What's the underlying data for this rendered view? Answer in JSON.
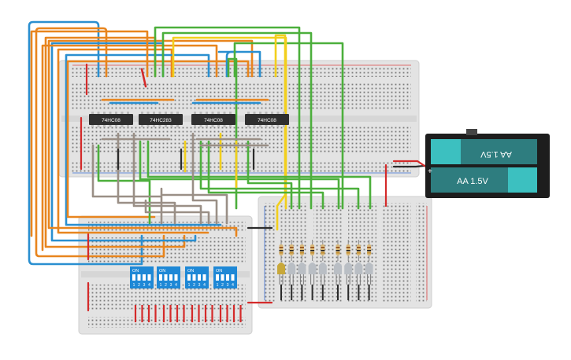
{
  "chips": [
    {
      "label": "74HC08"
    },
    {
      "label": "74HC283"
    },
    {
      "label": "74HC08"
    },
    {
      "label": "74HC08"
    }
  ],
  "dip_switches": [
    {
      "on_label": "ON",
      "numbers": [
        "1",
        "2",
        "3",
        "4"
      ]
    },
    {
      "on_label": "ON",
      "numbers": [
        "1",
        "2",
        "3",
        "4"
      ]
    },
    {
      "on_label": "ON",
      "numbers": [
        "1",
        "2",
        "3",
        "4"
      ]
    },
    {
      "on_label": "ON",
      "numbers": [
        "1",
        "2",
        "3",
        "4"
      ]
    }
  ],
  "battery": {
    "cell_top_label": "AA 1.5V",
    "cell_bottom_label": "AA 1.5V",
    "plus_mark": "+"
  },
  "leds": {
    "lit_count": 1,
    "total": 9,
    "lit_color": "#c8a83a",
    "off_color": "#b9bec4"
  },
  "resistor_count": 9,
  "colors": {
    "breadboard": "#e3e3e3",
    "wire_orange": "#e8851e",
    "wire_blue": "#2a8fd0",
    "wire_green": "#4caf3c",
    "wire_yellow": "#f2cf1c",
    "wire_gray": "#9a8f86",
    "wire_red": "#d42a2a",
    "wire_black": "#2b2b2b",
    "chip_body": "#2f2f2f",
    "dip_body": "#1e88d6",
    "battery_teal": "#3cc0c0",
    "battery_dark": "#2e7d7f"
  }
}
